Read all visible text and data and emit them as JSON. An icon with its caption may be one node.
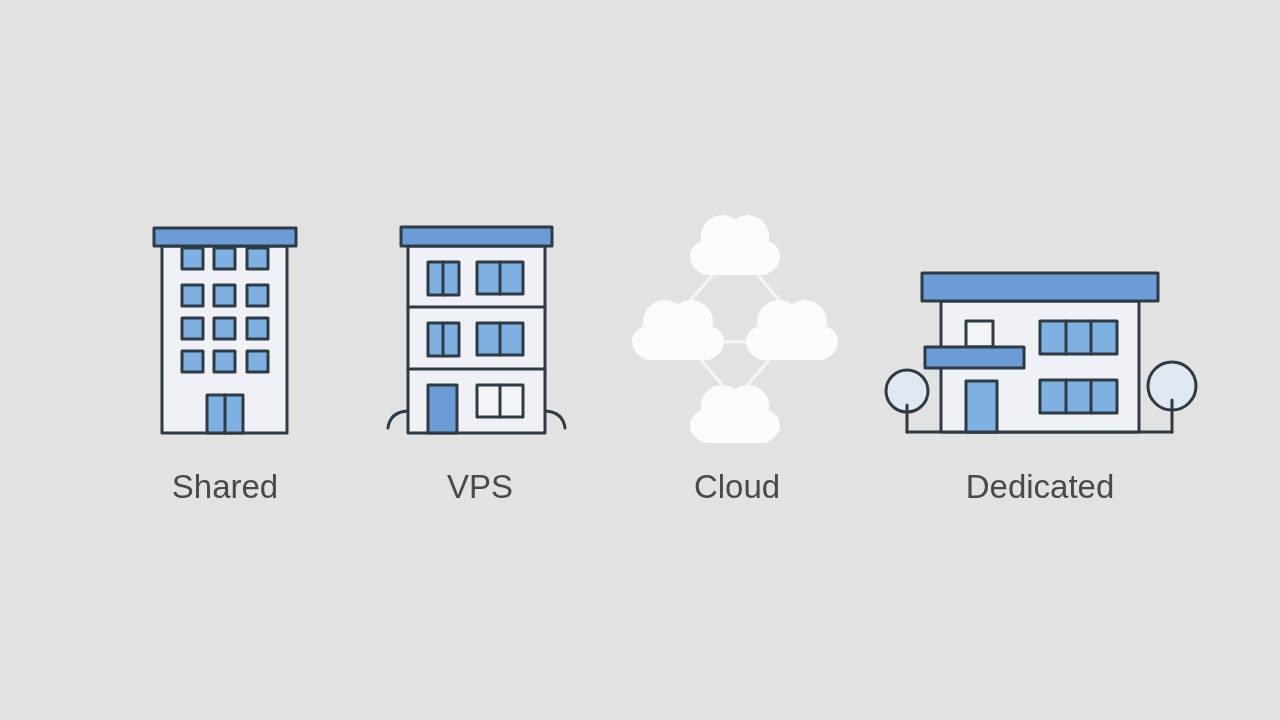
{
  "diagram": {
    "nodes": [
      {
        "text": [],
        "shape": "cloud"
      },
      {
        "text": [],
        "shape": "cloud"
      },
      {
        "text": [],
        "shape": "cloud"
      },
      {
        "text": [],
        "shape": "cloud"
      }
    ],
    "edges": [
      {
        "from": 0,
        "to": 1,
        "arrow": "none"
      },
      {
        "from": 0,
        "to": 2,
        "arrow": "none"
      },
      {
        "from": 1,
        "to": 2,
        "arrow": "none"
      },
      {
        "from": 1,
        "to": 3,
        "arrow": "none"
      },
      {
        "from": 2,
        "to": 3,
        "arrow": "none"
      }
    ],
    "labels": [
      "Shared",
      "VPS",
      "Cloud",
      "Dedicated"
    ]
  }
}
